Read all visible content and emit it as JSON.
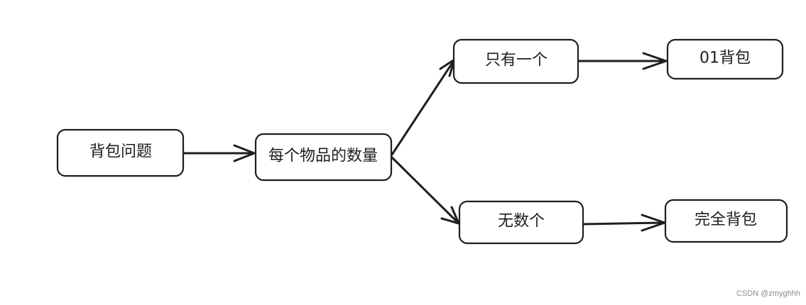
{
  "nodes": {
    "root": {
      "label": "背包问题"
    },
    "quantity": {
      "label": "每个物品的数量"
    },
    "only_one": {
      "label": "只有一个"
    },
    "infinite": {
      "label": "无数个"
    },
    "zero_one": {
      "label": "01背包"
    },
    "complete": {
      "label": "完全背包"
    }
  },
  "watermark": "CSDN @zmyghhh",
  "colors": {
    "stroke": "#1e1e1e",
    "background": "#ffffff",
    "watermark": "#8a8a8a"
  }
}
